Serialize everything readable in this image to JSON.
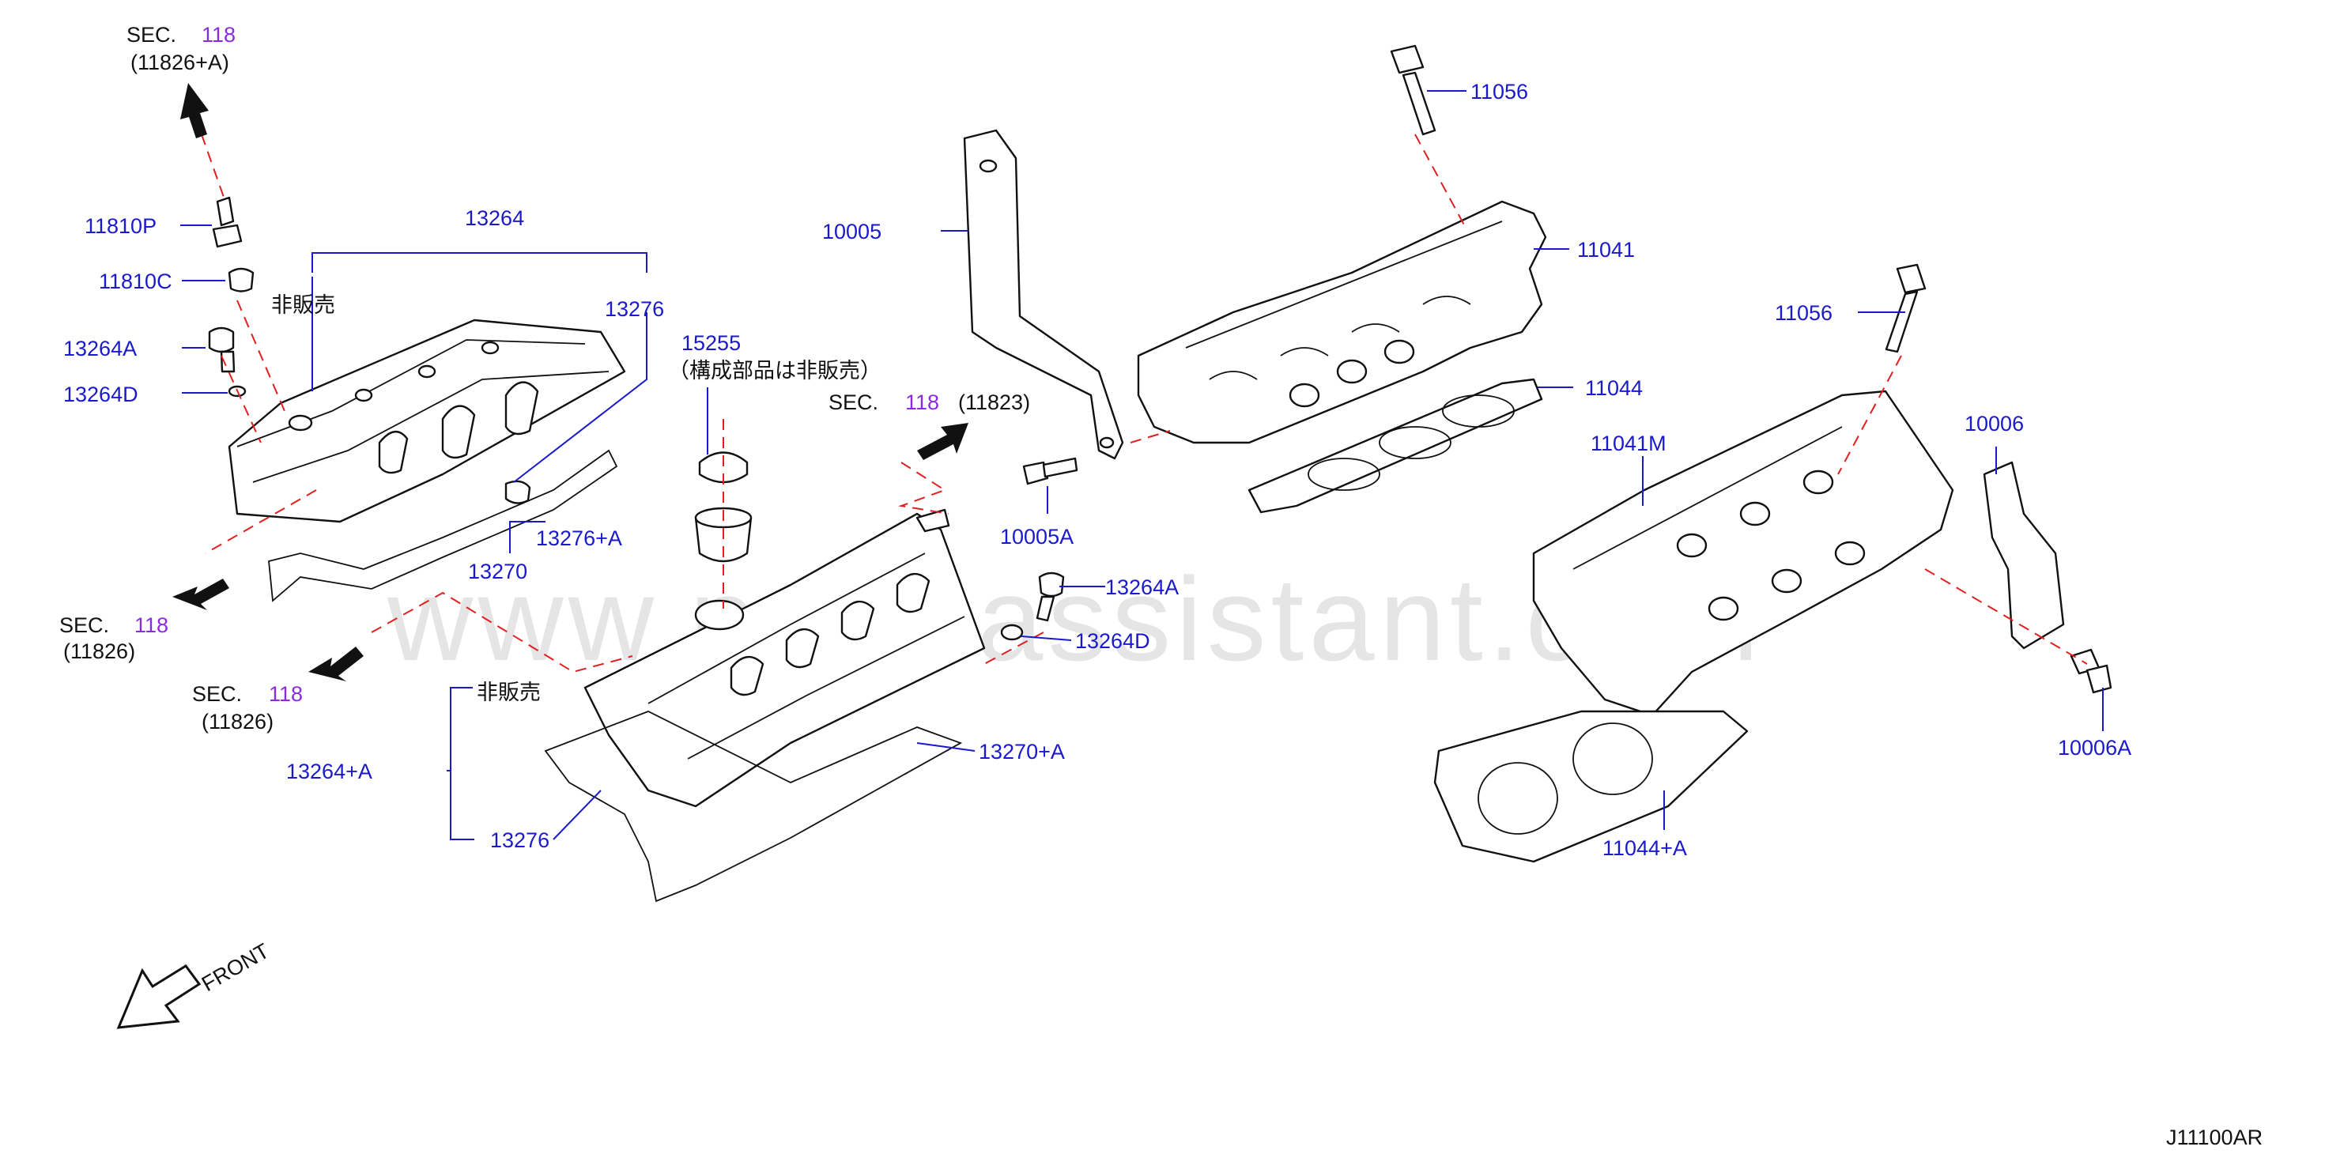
{
  "diagram_code": "J11100AR",
  "watermark": "www.partsassistant.com",
  "front_label": "FRONT",
  "sec_refs": [
    {
      "prefix": "SEC.",
      "num": "118",
      "sub": "(11826+A)"
    },
    {
      "prefix": "SEC.",
      "num": "118",
      "sub": "(11826)"
    },
    {
      "prefix": "SEC.",
      "num": "118",
      "sub": "(11826)"
    },
    {
      "prefix": "SEC.",
      "num": "118",
      "sub": "(11823)"
    }
  ],
  "not_sold": "非販売",
  "component_note": "（構成部品は非販売）",
  "parts": {
    "p11810P": "11810P",
    "p11810C": "11810C",
    "p13264A_l": "13264A",
    "p13264D_l": "13264D",
    "p13264": "13264",
    "p13276_top": "13276",
    "p15255": "15255",
    "p13276A": "13276+A",
    "p13270": "13270",
    "p10005": "10005",
    "p10005A": "10005A",
    "p13264A_r": "13264A",
    "p13264D_r": "13264D",
    "p13270A": "13270+A",
    "p13264plusA": "13264+A",
    "p13276_bot": "13276",
    "p11056_top": "11056",
    "p11041": "11041",
    "p11044": "11044",
    "p11056_r": "11056",
    "p11041M": "11041M",
    "p10006": "10006",
    "p10006A": "10006A",
    "p11044A": "11044+A"
  }
}
